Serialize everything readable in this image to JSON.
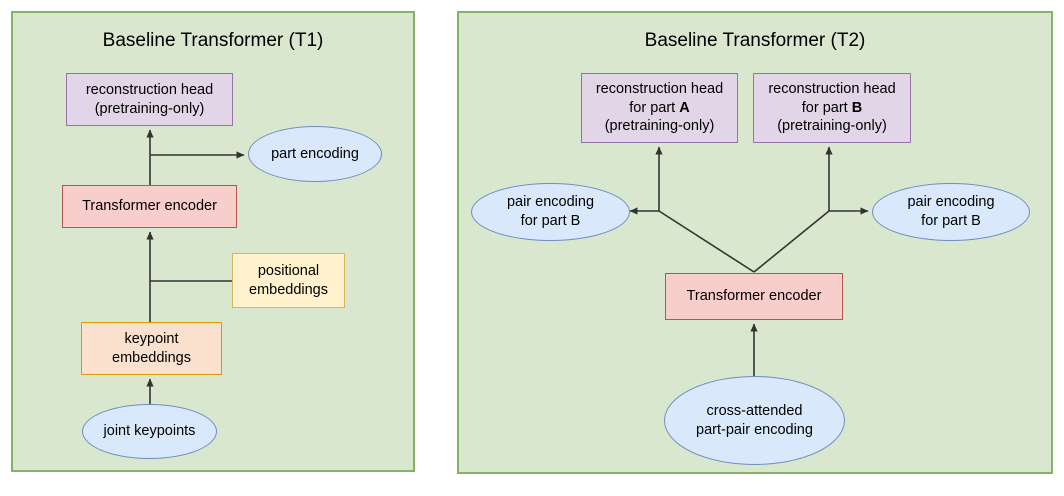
{
  "figure": {
    "panels": [
      {
        "id": "t1",
        "title": "Baseline Transformer (T1)",
        "nodes": {
          "reconstruction_head": {
            "line1": "reconstruction head",
            "line2": "(pretraining-only)",
            "shape": "box",
            "color": "#e1d5e7"
          },
          "part_encoding": {
            "label": "part encoding",
            "shape": "ellipse",
            "color": "#dae8fc"
          },
          "transformer_encoder": {
            "label": "Transformer encoder",
            "shape": "box",
            "color": "#f8cecc"
          },
          "positional_embeddings": {
            "line1": "positional",
            "line2": "embeddings",
            "shape": "box",
            "color": "#fff2cc"
          },
          "keypoint_embeddings": {
            "line1": "keypoint",
            "line2": "embeddings",
            "shape": "box",
            "color": "#fae1cd"
          },
          "joint_keypoints": {
            "label": "joint keypoints",
            "shape": "ellipse",
            "color": "#dae8fc"
          }
        }
      },
      {
        "id": "t2",
        "title": "Baseline Transformer (T2)",
        "nodes": {
          "reconstruction_head_a": {
            "line1": "reconstruction head",
            "line2_prefix": "for part ",
            "line2_bold": "A",
            "line3": "(pretraining-only)",
            "shape": "box",
            "color": "#e1d5e7"
          },
          "reconstruction_head_b": {
            "line1": "reconstruction head",
            "line2_prefix": "for part ",
            "line2_bold": "B",
            "line3": "(pretraining-only)",
            "shape": "box",
            "color": "#e1d5e7"
          },
          "pair_encoding_left": {
            "line1": "pair encoding",
            "line2": "for part B",
            "shape": "ellipse",
            "color": "#dae8fc"
          },
          "pair_encoding_right": {
            "line1": "pair encoding",
            "line2": "for part B",
            "shape": "ellipse",
            "color": "#dae8fc"
          },
          "transformer_encoder": {
            "label": "Transformer encoder",
            "shape": "box",
            "color": "#f8cecc"
          },
          "cross_attended": {
            "line1": "cross-attended",
            "line2": "part-pair encoding",
            "shape": "ellipse",
            "color": "#dae8fc"
          }
        }
      }
    ],
    "colors": {
      "panel_fill": "#d9e7ce",
      "panel_border": "#82b366",
      "edge": "#333333",
      "background": "#ffffff"
    }
  }
}
